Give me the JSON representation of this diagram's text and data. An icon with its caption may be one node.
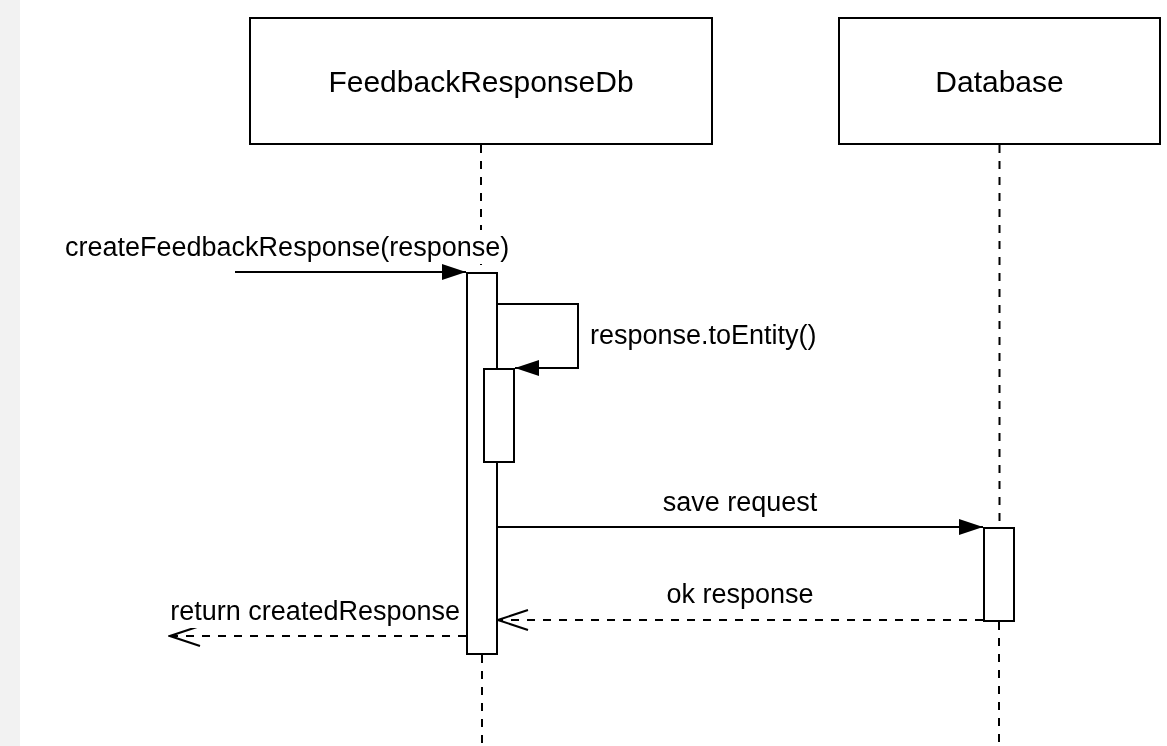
{
  "diagram": {
    "nodes": [
      {
        "text": [
          "FeedbackResponseDb"
        ]
      },
      {
        "text": [
          "Database"
        ]
      },
      {
        "text": [],
        "shape": "bar"
      },
      {
        "text": [],
        "shape": "bar"
      },
      {
        "text": [],
        "shape": "bar"
      }
    ],
    "edges": [
      {
        "from": 0,
        "to": 2,
        "arrow": "none",
        "style": "dashed"
      },
      {
        "from": 2,
        "to": null,
        "arrow": "none",
        "style": "dashed"
      },
      {
        "from": 1,
        "to": 4,
        "arrow": "none",
        "style": "dashed"
      },
      {
        "from": 4,
        "to": null,
        "arrow": "none",
        "style": "dashed"
      },
      {
        "from": null,
        "to": 2,
        "arrow": "to",
        "label": "createFeedbackResponse(response)"
      },
      {
        "from": 2,
        "to": 3,
        "arrow": "to",
        "label": "response.toEntity()"
      },
      {
        "from": 2,
        "to": 4,
        "arrow": "to",
        "label": "save request"
      },
      {
        "from": 4,
        "to": 2,
        "arrow": "to",
        "label": "ok response",
        "style": "dashed"
      },
      {
        "from": 2,
        "to": null,
        "arrow": "to",
        "label": "return createdResponse",
        "style": "dashed"
      }
    ]
  }
}
